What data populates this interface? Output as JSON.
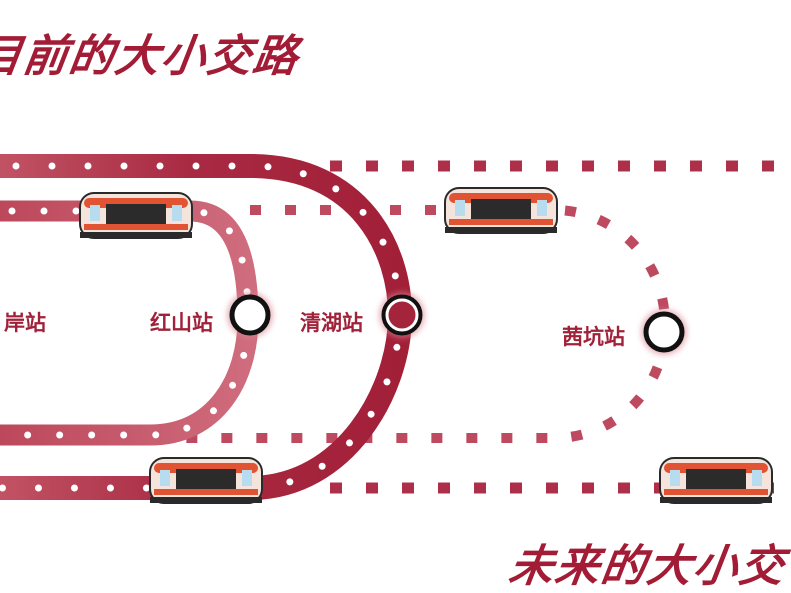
{
  "headings": {
    "current": "目前的大小交路",
    "future": "未来的大小交"
  },
  "stations": [
    {
      "id": "an",
      "label": "岸站",
      "type": "partial"
    },
    {
      "id": "hongshan",
      "label": "红山站",
      "type": "white"
    },
    {
      "id": "qinghu",
      "label": "清湖站",
      "type": "red"
    },
    {
      "id": "xikeng",
      "label": "茜坑站",
      "type": "white"
    }
  ],
  "icons": {
    "train": "metro-train-icon",
    "station": "station-circle-icon"
  },
  "colors": {
    "track_dark": "#9c1e35",
    "track_light": "#c86274",
    "heading": "#a31c36",
    "label": "#a0223a",
    "train_orange": "#e05433",
    "train_window": "#2b2b2b"
  }
}
